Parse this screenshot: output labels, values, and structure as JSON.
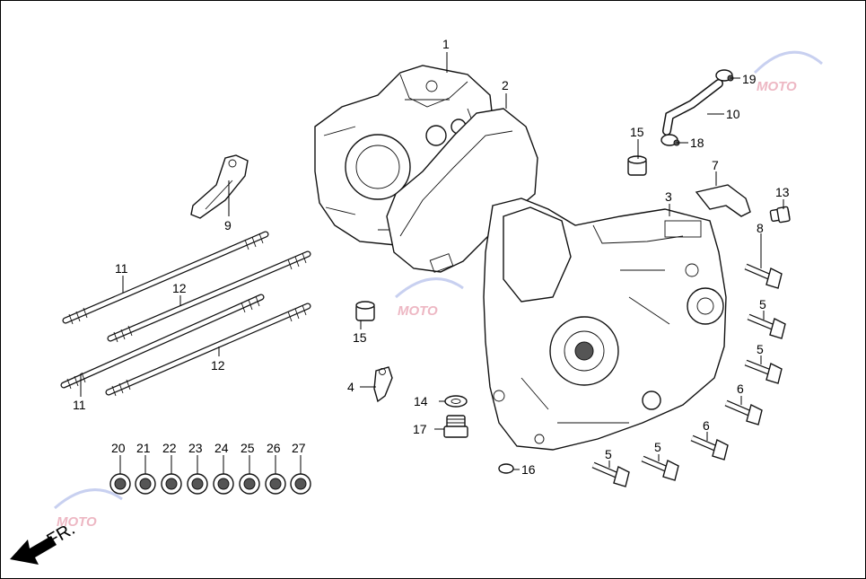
{
  "diagram": {
    "direction_label": "FR.",
    "watermark_text": "MOTO",
    "callouts": [
      {
        "id": "c1",
        "label": "1"
      },
      {
        "id": "c2",
        "label": "2"
      },
      {
        "id": "c3",
        "label": "3"
      },
      {
        "id": "c4",
        "label": "4"
      },
      {
        "id": "c5a",
        "label": "5"
      },
      {
        "id": "c5b",
        "label": "5"
      },
      {
        "id": "c5c",
        "label": "5"
      },
      {
        "id": "c5d",
        "label": "5"
      },
      {
        "id": "c6a",
        "label": "6"
      },
      {
        "id": "c6b",
        "label": "6"
      },
      {
        "id": "c7",
        "label": "7"
      },
      {
        "id": "c8",
        "label": "8"
      },
      {
        "id": "c9",
        "label": "9"
      },
      {
        "id": "c10",
        "label": "10"
      },
      {
        "id": "c11a",
        "label": "11"
      },
      {
        "id": "c11b",
        "label": "11"
      },
      {
        "id": "c12a",
        "label": "12"
      },
      {
        "id": "c12b",
        "label": "12"
      },
      {
        "id": "c13",
        "label": "13"
      },
      {
        "id": "c14",
        "label": "14"
      },
      {
        "id": "c15a",
        "label": "15"
      },
      {
        "id": "c15b",
        "label": "15"
      },
      {
        "id": "c16",
        "label": "16"
      },
      {
        "id": "c17",
        "label": "17"
      },
      {
        "id": "c18",
        "label": "18"
      },
      {
        "id": "c19",
        "label": "19"
      },
      {
        "id": "c20",
        "label": "20"
      },
      {
        "id": "c21",
        "label": "21"
      },
      {
        "id": "c22",
        "label": "22"
      },
      {
        "id": "c23",
        "label": "23"
      },
      {
        "id": "c24",
        "label": "24"
      },
      {
        "id": "c25",
        "label": "25"
      },
      {
        "id": "c26",
        "label": "26"
      },
      {
        "id": "c27",
        "label": "27"
      }
    ]
  }
}
